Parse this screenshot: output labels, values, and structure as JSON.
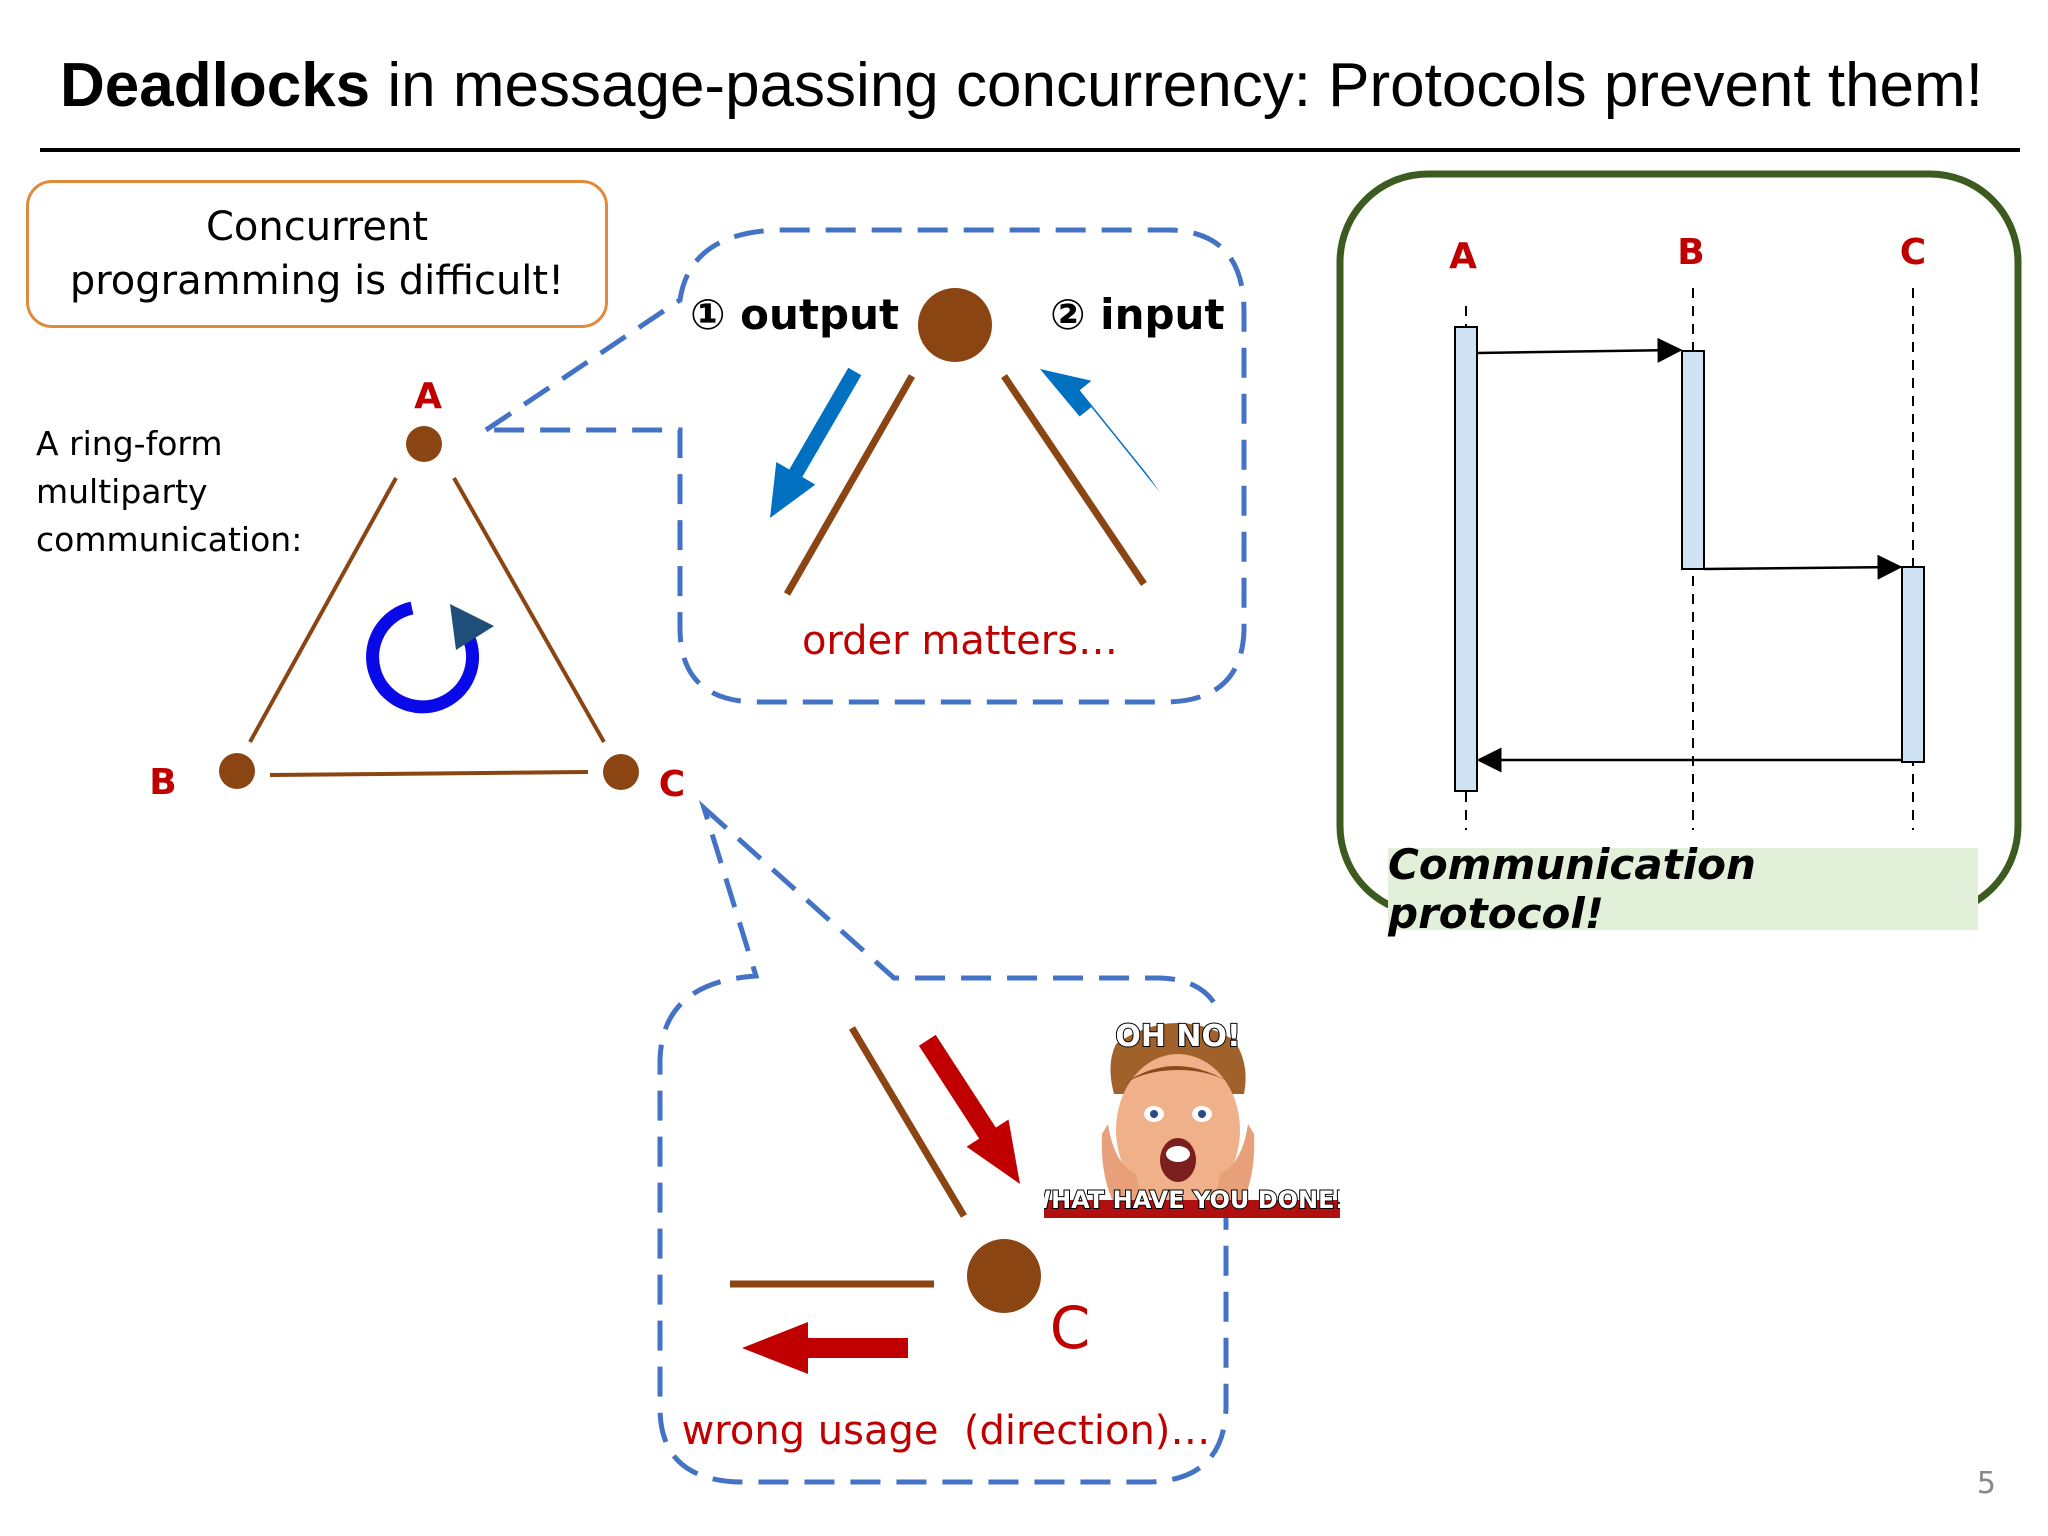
{
  "slide": {
    "title_bold": "Deadlocks",
    "title_rest": " in message-passing concurrency: Protocols prevent them!",
    "page_number": "5"
  },
  "callout": {
    "line1": "Concurrent",
    "line2": "programming is difficult!"
  },
  "ring": {
    "label_lines": [
      "A ring-form",
      "multiparty",
      "communication:"
    ],
    "node_a": "A",
    "node_b": "B",
    "node_c": "C"
  },
  "bubble_top": {
    "output_label": "① output",
    "input_label": "② input",
    "caption": "order matters…"
  },
  "bubble_bottom": {
    "node_label": "C",
    "caption": "wrong usage  (direction)…",
    "meme_top_text": "OH NO!",
    "meme_bottom_text": "WHAT HAVE YOU DONE!?"
  },
  "protocol": {
    "participants": [
      "A",
      "B",
      "C"
    ],
    "label": "Communication protocol!"
  },
  "colors": {
    "brown": "#8b4513",
    "dark_red": "#c00000",
    "blue_dash": "#4472c4",
    "blue_arrow": "#0070c0",
    "dark_green": "#3d5b1f",
    "activation": "#cfe2f3"
  }
}
